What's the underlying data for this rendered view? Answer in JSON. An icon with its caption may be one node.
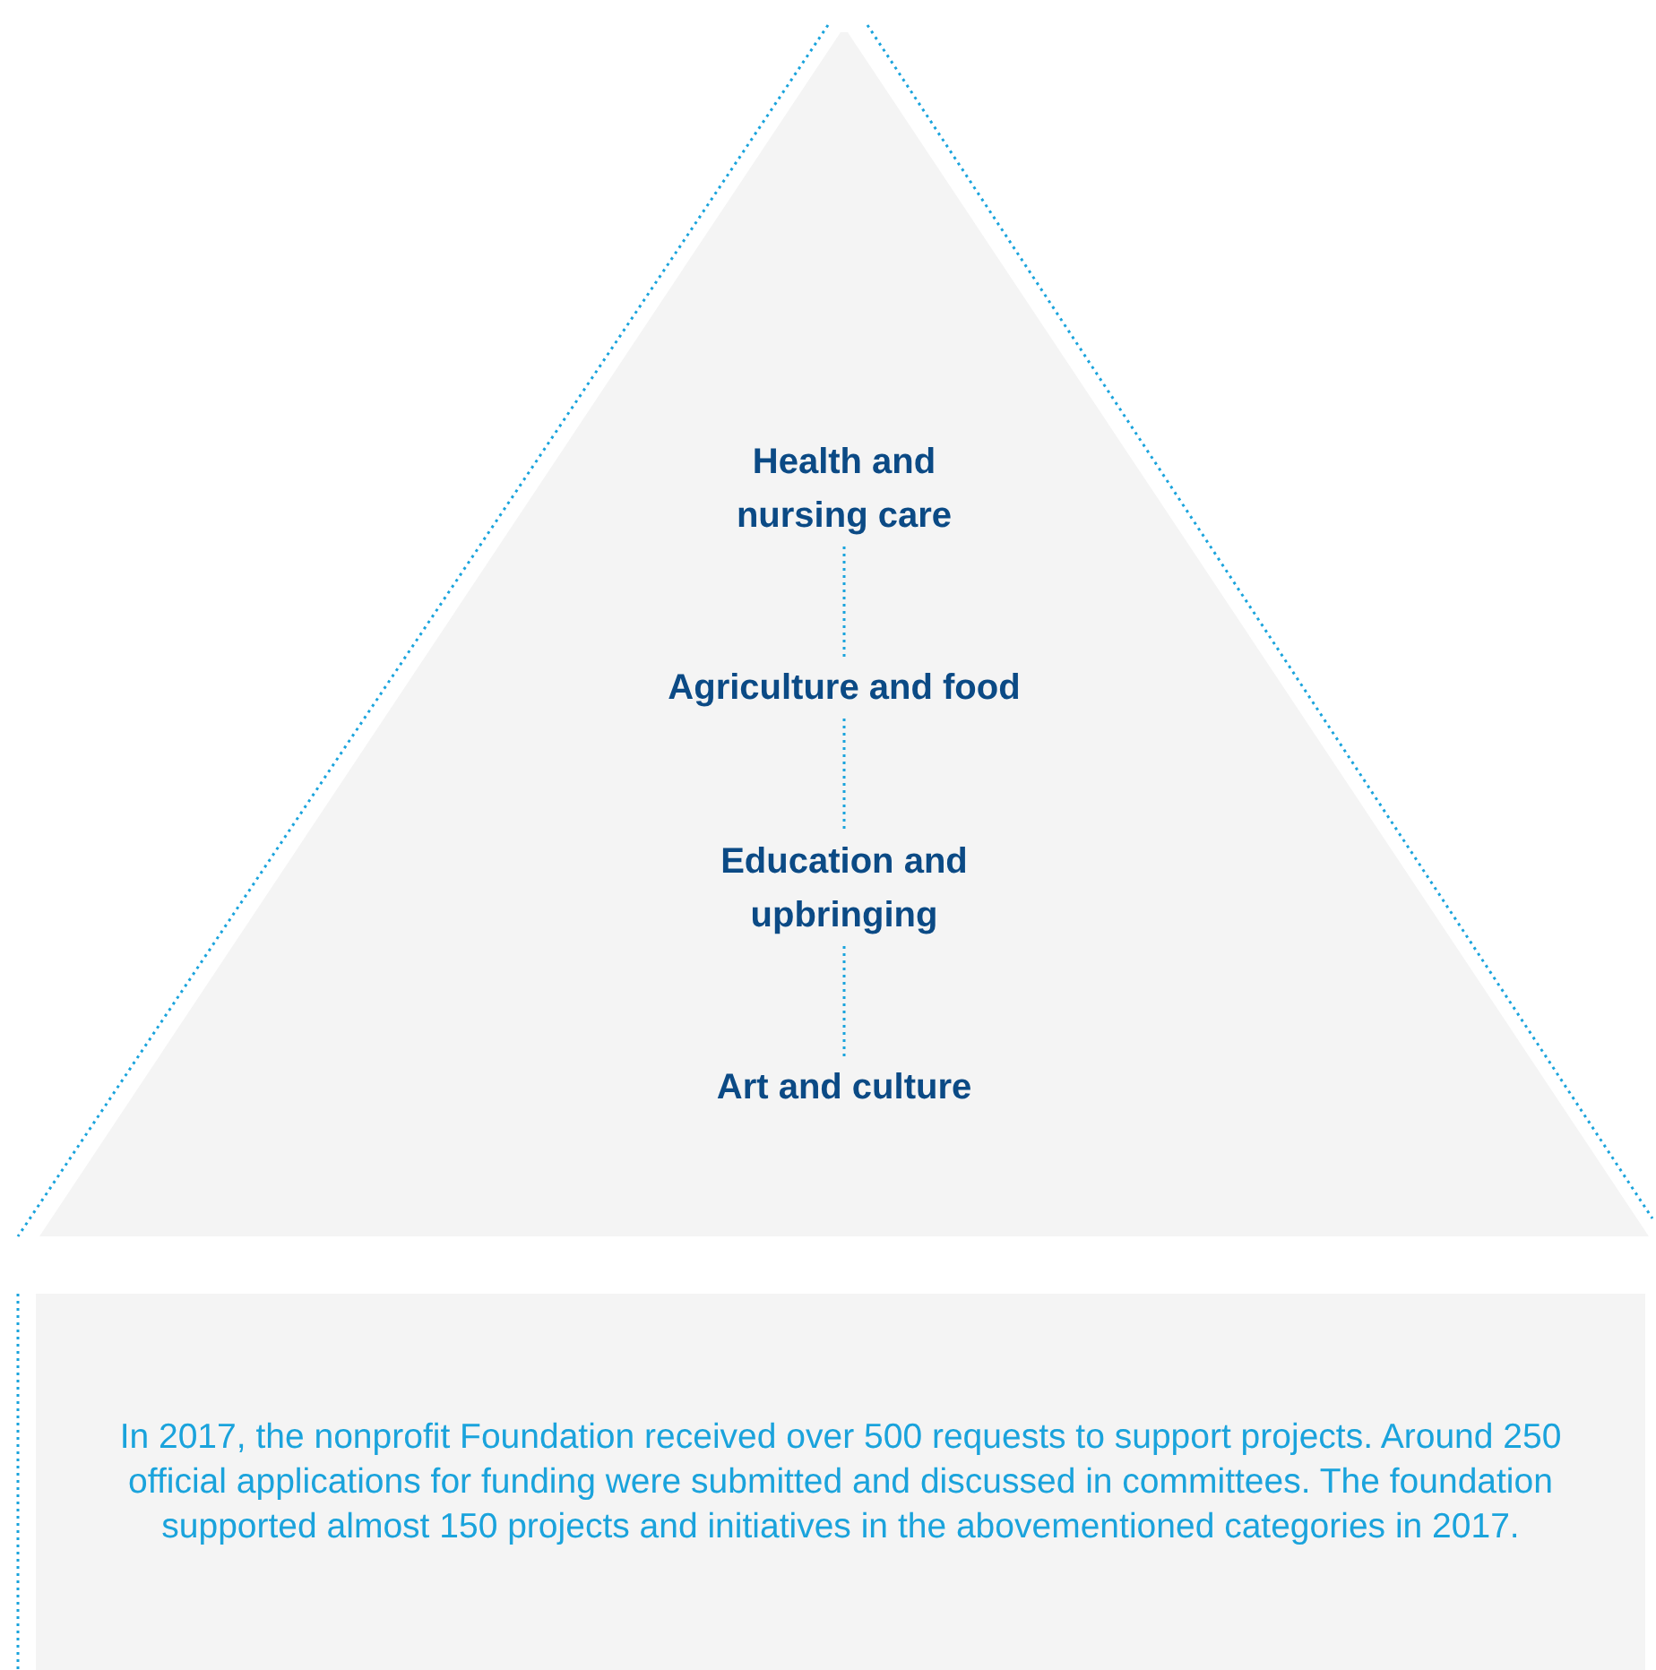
{
  "diagram": {
    "nodes": [
      {
        "text": [],
        "shape": "triangle"
      },
      {
        "text": [
          "Health and nursing care"
        ],
        "in": 0
      },
      {
        "text": [
          "Agriculture and food"
        ],
        "in": 0
      },
      {
        "text": [
          "Education and upbringing"
        ],
        "in": 0
      },
      {
        "text": [
          "Art and culture"
        ],
        "in": 0
      },
      {
        "text": [
          "In 2017, the nonprofit Foundation received over 500 requests to support projects. Around 250 official applications for funding were submitted and discussed in committees. The foundation supported almost 150 projects and initiatives in the abovementioned categories in 2017."
        ]
      }
    ],
    "edges": [
      {
        "from": 1,
        "to": 2,
        "arrow": "none"
      },
      {
        "from": 2,
        "to": 3,
        "arrow": "none"
      },
      {
        "from": 3,
        "to": 4,
        "arrow": "none"
      }
    ]
  }
}
